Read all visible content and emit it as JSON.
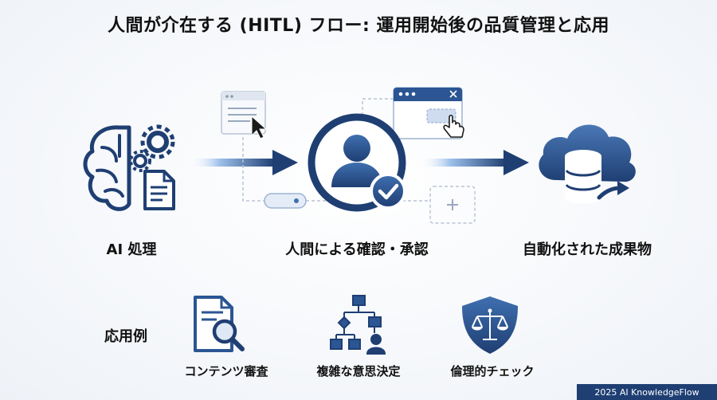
{
  "title": "人間が介在する (HITL) フロー: 運用開始後の品質管理と応用",
  "flow": {
    "steps": [
      {
        "label": "AI 処理",
        "icon": "brain-document-icon"
      },
      {
        "label": "人間による確認・承認",
        "icon": "person-check-icon"
      },
      {
        "label": "自動化された成果物",
        "icon": "cloud-database-icon"
      }
    ]
  },
  "applications": {
    "heading": "応用例",
    "items": [
      {
        "label": "コンテンツ審査",
        "icon": "document-search-icon"
      },
      {
        "label": "複雑な意思決定",
        "icon": "decision-flowchart-icon"
      },
      {
        "label": "倫理的チェック",
        "icon": "shield-scales-icon"
      }
    ]
  },
  "footer": "2025 AI KnowledgeFlow",
  "colors": {
    "primary": "#1f3f73",
    "accent": "#3f6fb0",
    "light": "#dfe8f5"
  }
}
